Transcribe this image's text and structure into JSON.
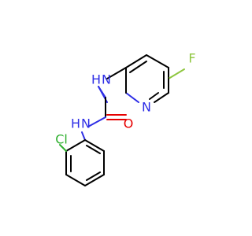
{
  "atoms": {
    "fluorine": {
      "label": "F",
      "color": "#8ec63f"
    },
    "pyridine_n": {
      "label": "N",
      "color": "#2e2ee6"
    },
    "upper_nh": {
      "label": "H",
      "color": "#2e2ee6"
    },
    "upper_n": {
      "label": "N",
      "color": "#2e2ee6"
    },
    "lower_nh": {
      "label": "H",
      "color": "#2e2ee6"
    },
    "lower_n": {
      "label": "N",
      "color": "#2e2ee6"
    },
    "oxygen": {
      "label": "O",
      "color": "#e60000"
    },
    "chlorine": {
      "label": "Cl",
      "color": "#2fb02f"
    }
  }
}
